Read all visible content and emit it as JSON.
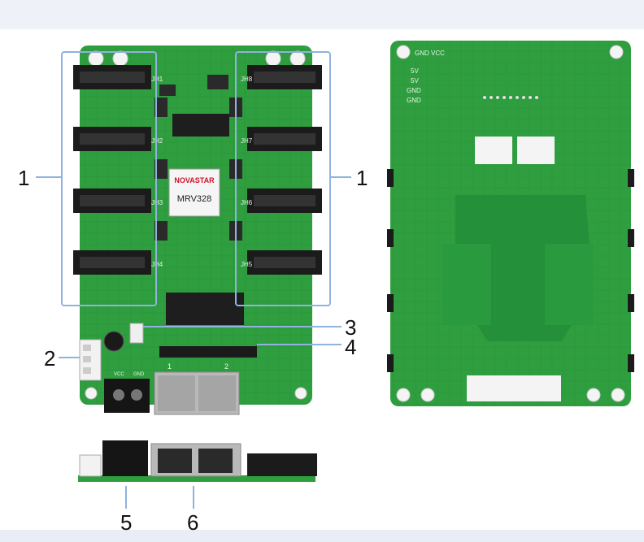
{
  "callouts": {
    "left_group": "1",
    "right_group": "1",
    "power_connector": "2",
    "label_3": "3",
    "label_4": "4",
    "label_5": "5",
    "label_6": "6"
  },
  "board_front": {
    "chip_brand": "NOVASTAR",
    "model": "MRV328",
    "connectors_left": [
      "JH1",
      "JH2",
      "JH3",
      "JH4"
    ],
    "connectors_right": [
      "JH8",
      "JH7",
      "JH6",
      "JH5"
    ],
    "port_labels": [
      "1",
      "2"
    ],
    "silk_vcc": "VCC",
    "silk_gnd": "GND"
  },
  "board_back": {
    "silk_gnd_vcc": "GND VCC",
    "silk_5v_a": "5V",
    "silk_5v_b": "5V",
    "silk_gnd_a": "GND",
    "silk_gnd_b": "GND"
  },
  "colors": {
    "pcb_green": "#2f9e3f",
    "pcb_dark": "#1f7a2f",
    "callout_blue": "#8fb2de",
    "header_black": "#1b1b1b"
  }
}
